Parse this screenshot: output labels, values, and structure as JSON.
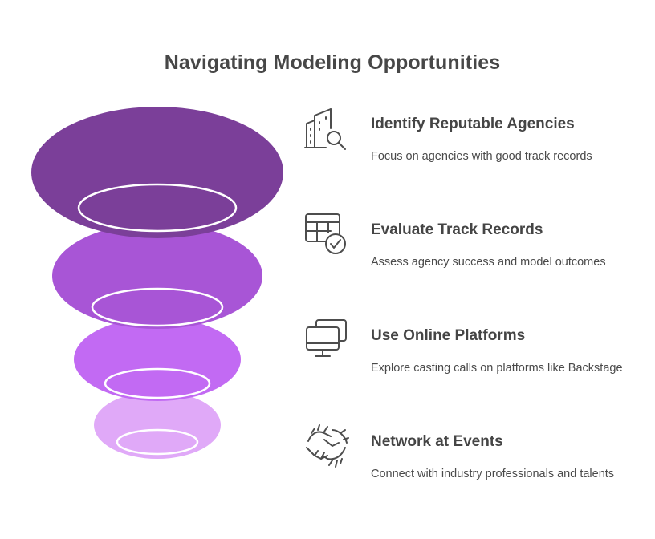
{
  "title": "Navigating Modeling Opportunities",
  "colors": {
    "layer_1": "#7b3f99",
    "layer_2": "#a855d6",
    "layer_3": "#c26af3",
    "layer_4": "#e0a9f8",
    "ring": "#ffffff",
    "icon_stroke": "#4d4d4d"
  },
  "steps": [
    {
      "heading": "Identify Reputable Agencies",
      "description": "Focus on agencies with good track records",
      "icon": "building-search-icon"
    },
    {
      "heading": "Evaluate Track Records",
      "description": "Assess agency success and model outcomes",
      "icon": "table-check-icon"
    },
    {
      "heading": "Use Online Platforms",
      "description": "Explore casting calls on platforms like Backstage",
      "icon": "monitor-icon"
    },
    {
      "heading": "Network at Events",
      "description": "Connect with industry professionals and talents",
      "icon": "handshake-icon"
    }
  ]
}
